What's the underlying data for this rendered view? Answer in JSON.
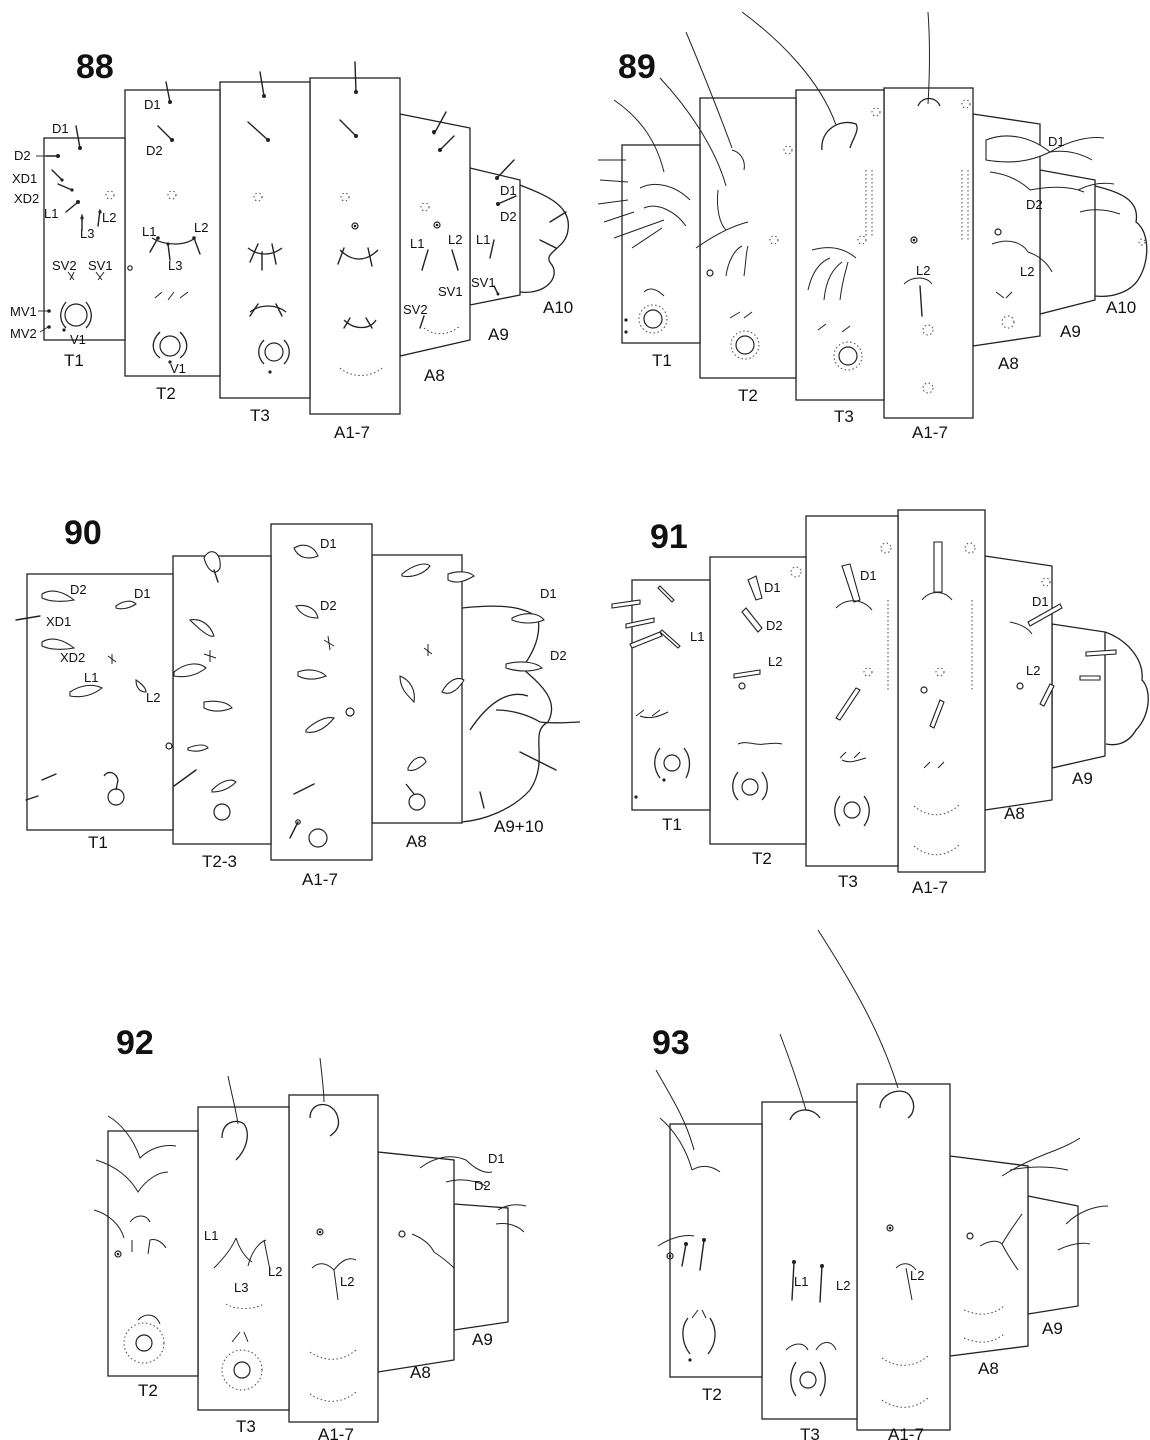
{
  "figures": [
    {
      "number": "88",
      "segments": [
        "T1",
        "T2",
        "T3",
        "A1-7",
        "A8",
        "A9",
        "A10"
      ],
      "setae": [
        "D1",
        "D2",
        "XD1",
        "XD2",
        "L1",
        "L2",
        "L3",
        "SV2",
        "SV1",
        "MV1",
        "MV2",
        "V1",
        "D1",
        "D2",
        "L1",
        "L2",
        "L3",
        "V1",
        "L1",
        "L2",
        "L1",
        "SV1",
        "SV2",
        "D1",
        "D2"
      ]
    },
    {
      "number": "89",
      "segments": [
        "T1",
        "T2",
        "T3",
        "A1-7",
        "A8",
        "A9",
        "A10"
      ],
      "setae": [
        "L2",
        "D1",
        "D2",
        "L2"
      ]
    },
    {
      "number": "90",
      "segments": [
        "T1",
        "T2-3",
        "A1-7",
        "A8",
        "A9+10"
      ],
      "setae": [
        "D2",
        "D1",
        "XD1",
        "XD2",
        "L1",
        "L2",
        "D1",
        "D2",
        "D1",
        "D2"
      ]
    },
    {
      "number": "91",
      "segments": [
        "T1",
        "T2",
        "T3",
        "A1-7",
        "A8",
        "A9"
      ],
      "setae": [
        "L1",
        "D1",
        "D2",
        "L2",
        "D1",
        "D1",
        "L2"
      ]
    },
    {
      "number": "92",
      "segments": [
        "T2",
        "T3",
        "A1-7",
        "A8",
        "A9"
      ],
      "setae": [
        "L1",
        "L2",
        "L3",
        "L2",
        "D1",
        "D2"
      ]
    },
    {
      "number": "93",
      "segments": [
        "T2",
        "T3",
        "A1-7",
        "A8",
        "A9"
      ],
      "setae": [
        "L1",
        "L2",
        "L2"
      ]
    }
  ]
}
